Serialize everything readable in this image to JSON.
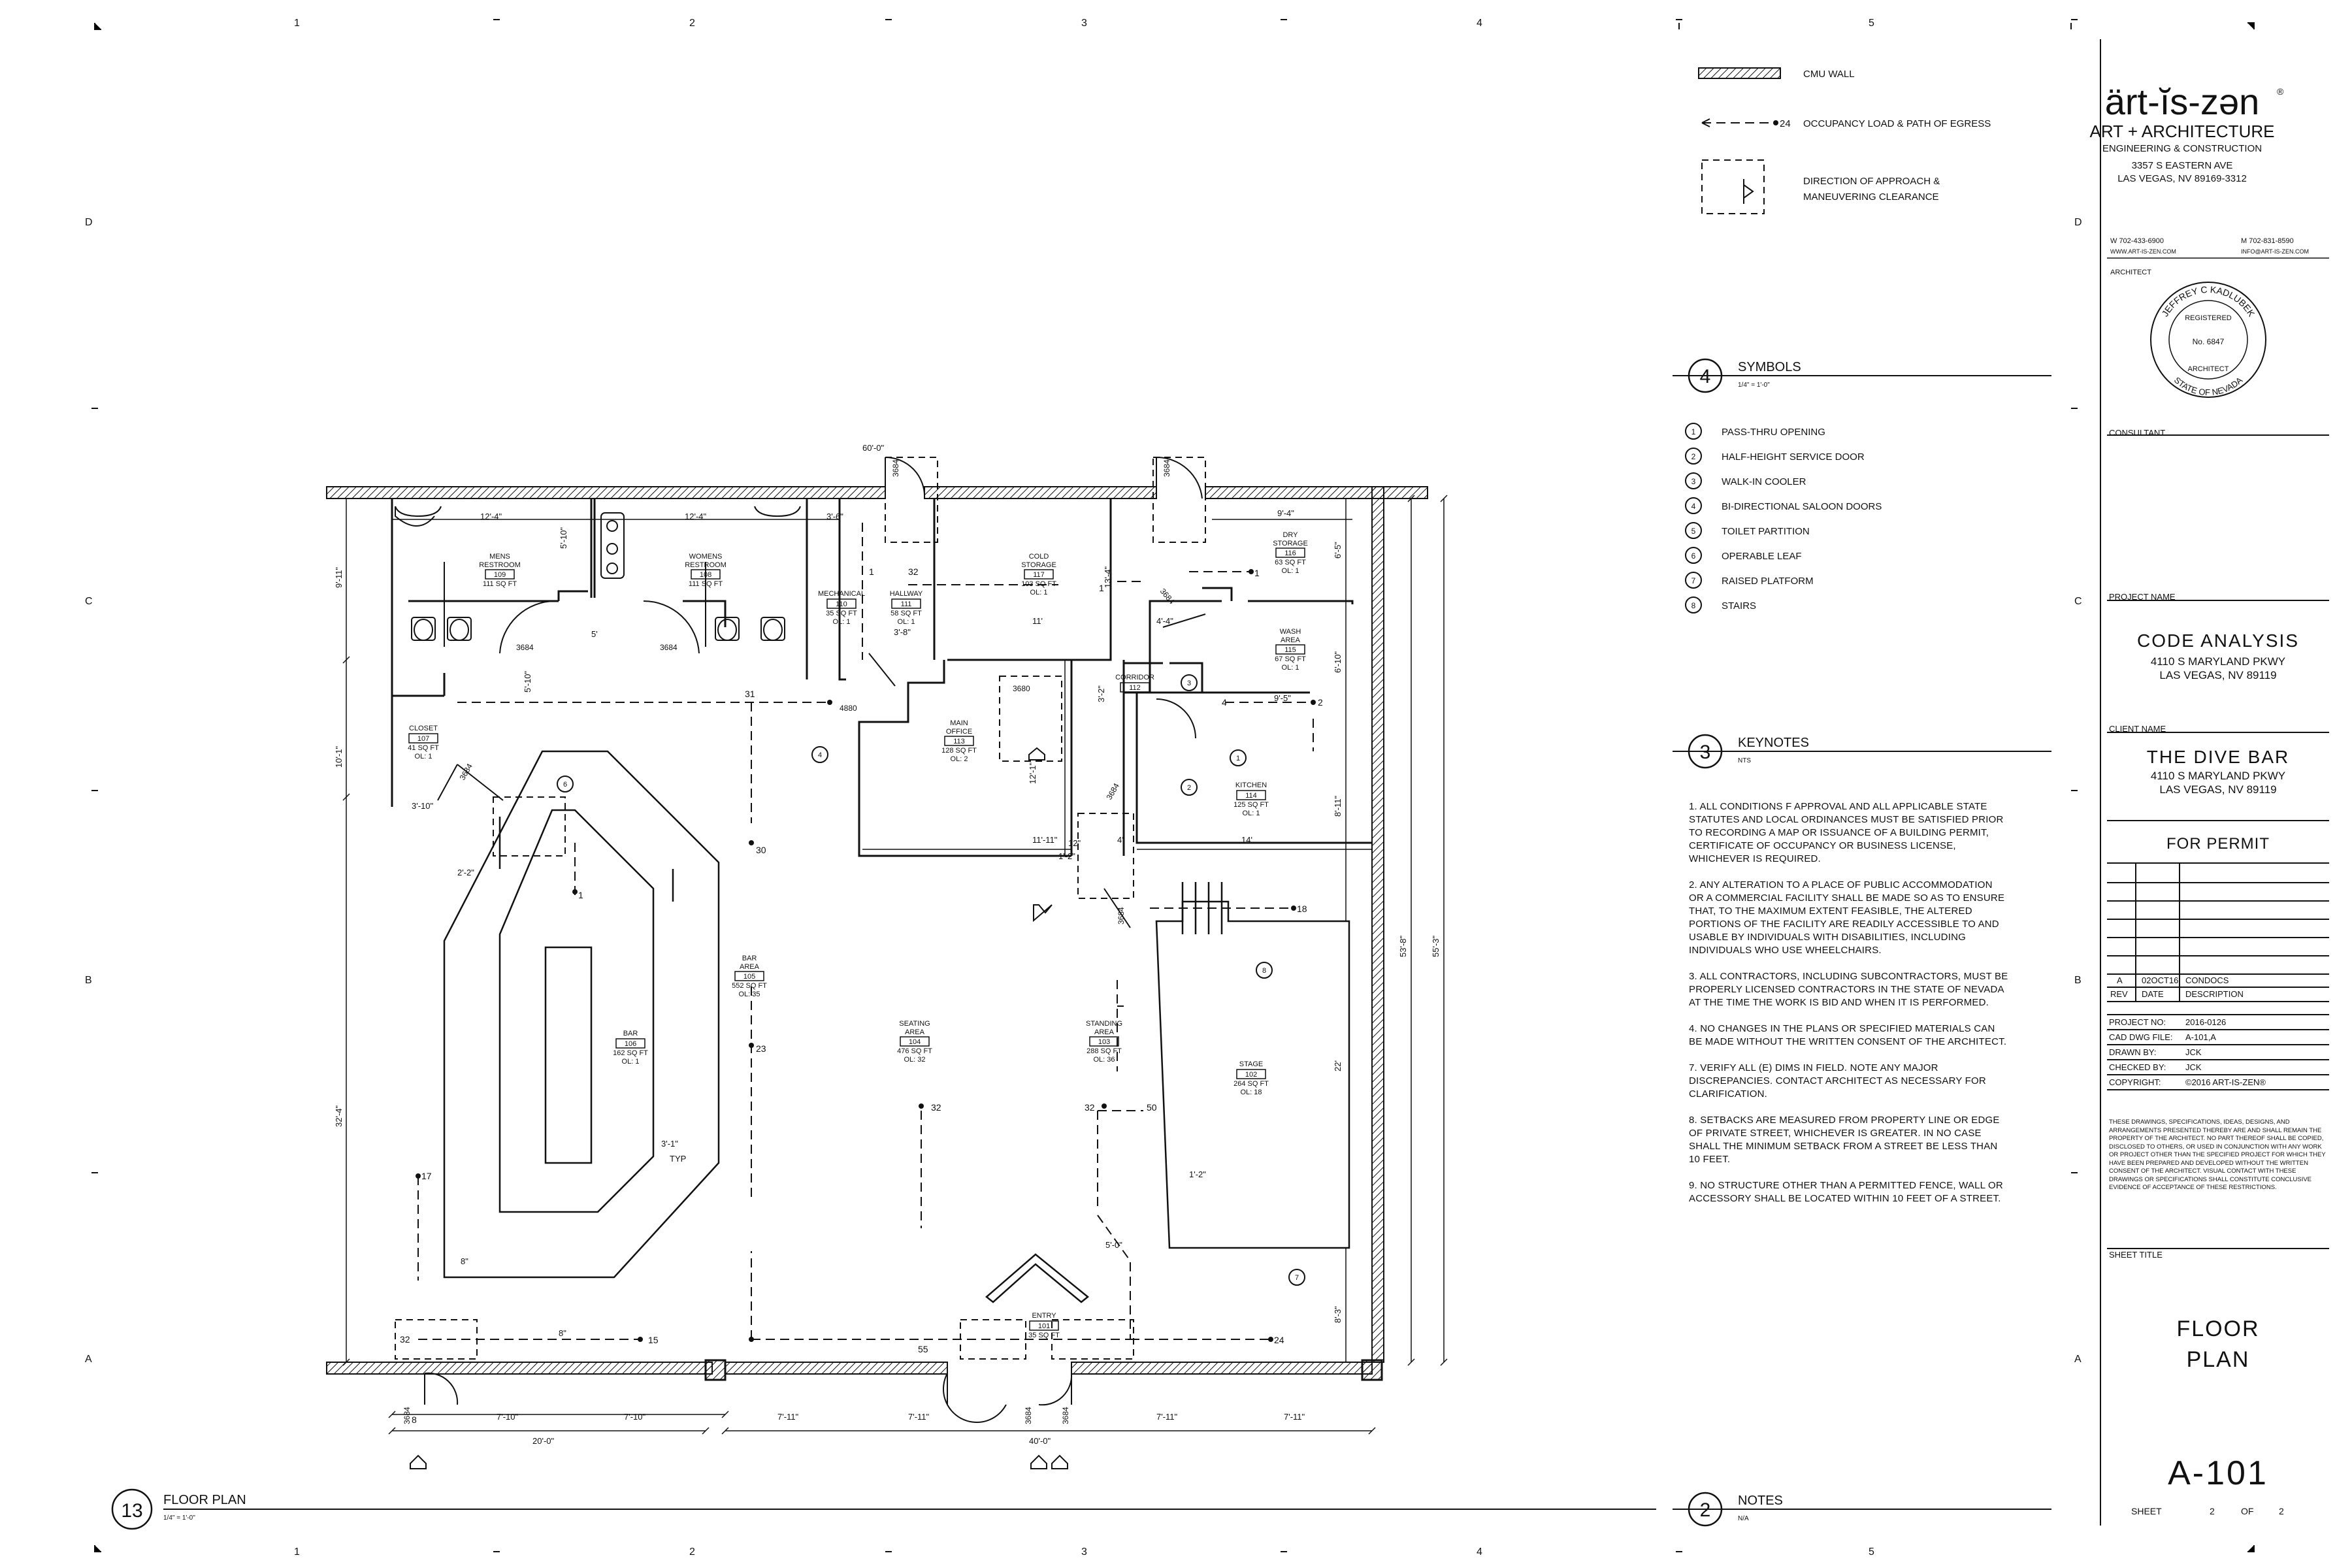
{
  "grid": {
    "columns": [
      "1",
      "2",
      "3",
      "4",
      "5"
    ],
    "rows": [
      "D",
      "C",
      "B",
      "A"
    ]
  },
  "legend": {
    "cmu_wall": "CMU WALL",
    "egress_number": "24",
    "egress": "OCCUPANCY LOAD & PATH OF EGRESS",
    "approach_1": "DIRECTION OF APPROACH &",
    "approach_2": "MANEUVERING CLEARANCE"
  },
  "symbols": {
    "number": "4",
    "title": "SYMBOLS",
    "scale": "1/4\" = 1'-0\"",
    "items": [
      {
        "n": "1",
        "label": "PASS-THRU OPENING"
      },
      {
        "n": "2",
        "label": "HALF-HEIGHT SERVICE DOOR"
      },
      {
        "n": "3",
        "label": "WALK-IN COOLER"
      },
      {
        "n": "4",
        "label": "BI-DIRECTIONAL SALOON DOORS"
      },
      {
        "n": "5",
        "label": "TOILET PARTITION"
      },
      {
        "n": "6",
        "label": "OPERABLE LEAF"
      },
      {
        "n": "7",
        "label": "RAISED PLATFORM"
      },
      {
        "n": "8",
        "label": "STAIRS"
      }
    ]
  },
  "keynotes": {
    "number": "3",
    "title": "KEYNOTES",
    "scale": "NTS",
    "items": [
      "1.      ALL CONDITIONS F APPROVAL AND ALL APPLICABLE STATE STATUTES AND LOCAL ORDINANCES MUST BE SATISFIED PRIOR TO RECORDING A MAP OR ISSUANCE OF A BUILDING PERMIT, CERTIFICATE OF OCCUPANCY OR BUSINESS LICENSE, WHICHEVER IS REQUIRED.",
      "2.      ANY ALTERATION TO A PLACE OF PUBLIC ACCOMMODATION OR A COMMERCIAL FACILITY SHALL BE MADE SO AS TO ENSURE THAT, TO THE MAXIMUM EXTENT FEASIBLE, THE ALTERED PORTIONS OF THE FACILITY ARE READILY ACCESSIBLE TO AND USABLE BY INDIVIDUALS WITH DISABILITIES, INCLUDING INDIVIDUALS WHO USE WHEELCHAIRS.",
      "3.      ALL CONTRACTORS, INCLUDING SUBCONTRACTORS, MUST BE PROPERLY LICENSED CONTRACTORS IN THE STATE OF NEVADA AT THE TIME THE WORK IS BID AND WHEN IT IS PERFORMED.",
      "4.      NO CHANGES IN THE PLANS OR SPECIFIED MATERIALS CAN BE MADE WITHOUT THE WRITTEN CONSENT OF THE ARCHITECT.",
      "7.      VERIFY ALL (E) DIMS IN FIELD. NOTE ANY MAJOR DISCREPANCIES. CONTACT ARCHITECT AS NECESSARY FOR CLARIFICATION.",
      "8.      SETBACKS ARE MEASURED FROM PROPERTY LINE OR EDGE OF PRIVATE STREET, WHICHEVER IS GREATER. IN NO CASE SHALL THE MINIMUM SETBACK FROM A STREET BE LESS THAN 10 FEET.",
      "9.      NO STRUCTURE OTHER THAN A PERMITTED FENCE, WALL OR ACCESSORY SHALL BE LOCATED WITHIN 10 FEET OF A STREET."
    ]
  },
  "notes": {
    "number": "2",
    "title": "NOTES",
    "scale": "N/A"
  },
  "floor_plan_label": {
    "number": "13",
    "title": "FLOOR PLAN",
    "scale": "1/4\" = 1'-0\""
  },
  "rooms": [
    {
      "name1": "MENS",
      "name2": "RESTROOM",
      "num": "109",
      "area": "111 SQ FT",
      "ol": ""
    },
    {
      "name1": "WOMENS",
      "name2": "RESTROOM",
      "num": "108",
      "area": "111 SQ FT",
      "ol": ""
    },
    {
      "name1": "",
      "name2": "MECHANICAL",
      "num": "110",
      "area": "35 SQ FT",
      "ol": "OL: 1"
    },
    {
      "name1": "",
      "name2": "HALLWAY",
      "num": "111",
      "area": "58 SQ FT",
      "ol": "OL: 1"
    },
    {
      "name1": "COLD",
      "name2": "STORAGE",
      "num": "117",
      "area": "103 SQ FT",
      "ol": "OL: 1"
    },
    {
      "name1": "DRY",
      "name2": "STORAGE",
      "num": "116",
      "area": "63 SQ FT",
      "ol": "OL: 1"
    },
    {
      "name1": "WASH",
      "name2": "AREA",
      "num": "115",
      "area": "67 SQ FT",
      "ol": "OL: 1"
    },
    {
      "name1": "",
      "name2": "CORRIDOR",
      "num": "112",
      "area": "",
      "ol": ""
    },
    {
      "name1": "",
      "name2": "CLOSET",
      "num": "107",
      "area": "41 SQ FT",
      "ol": "OL: 1"
    },
    {
      "name1": "MAIN",
      "name2": "OFFICE",
      "num": "113",
      "area": "128 SQ FT",
      "ol": "OL: 2"
    },
    {
      "name1": "",
      "name2": "KITCHEN",
      "num": "114",
      "area": "125 SQ FT",
      "ol": "OL: 1"
    },
    {
      "name1": "BAR",
      "name2": "AREA",
      "num": "105",
      "area": "552 SQ FT",
      "ol": "OL: 35"
    },
    {
      "name1": "",
      "name2": "BAR",
      "num": "106",
      "area": "162 SQ FT",
      "ol": "OL: 1"
    },
    {
      "name1": "SEATING",
      "name2": "AREA",
      "num": "104",
      "area": "476 SQ FT",
      "ol": "OL: 32"
    },
    {
      "name1": "STANDING",
      "name2": "AREA",
      "num": "103",
      "area": "288 SQ FT",
      "ol": "OL: 36"
    },
    {
      "name1": "",
      "name2": "STAGE",
      "num": "102",
      "area": "264 SQ FT",
      "ol": "OL: 18"
    },
    {
      "name1": "",
      "name2": "ENTRY",
      "num": "101",
      "area": "35 SQ FT",
      "ol": ""
    }
  ],
  "dims": {
    "d_60": "60'-0\"",
    "d_12_4a": "12'-4\"",
    "d_12_4b": "12'-4\"",
    "d_3_6": "3'-6\"",
    "d_9_4": "9'-4\"",
    "d_5": "5'",
    "d_3_8": "3'-8\"",
    "d_11": "11'",
    "d_4_4": "4'-4\"",
    "d_9_5": "9'-5\"",
    "d_6_5": "6'-5\"",
    "d_6_10": "6'-10\"",
    "d_8_11": "8'-11\"",
    "d_22": "22'",
    "d_8_3": "8'-3\"",
    "d_53_8": "53'-8\"",
    "d_55_3": "55'-3\"",
    "d_9_11": "9'-11\"",
    "d_10_1": "10'-1\"",
    "d_32_4": "32'-4\"",
    "d_3_10": "3'-10\"",
    "d_2_2": "2'-2\"",
    "d_3_1": "3'-1\"",
    "typ": "TYP",
    "d_11_11": "11'-11\"",
    "d_14": "14'",
    "d_12_1": "12'-1\"",
    "d_13_4": "13'-4\"",
    "d_4": "4'",
    "d_12b": "12\"",
    "d_5_0": "5'-0\"",
    "d_1_2": "1'-2\"",
    "d_8a": "8\"",
    "d_8b": "8\"",
    "d_7_10a": "7'-10\"",
    "d_7_10b": "7'-10\"",
    "d_7_11a": "7'-11\"",
    "d_7_11b": "7'-11\"",
    "d_7_11c": "7'-11\"",
    "d_7_11d": "7'-11\"",
    "d_20": "20'-0\"",
    "d_40": "40'-0\"",
    "d_5_10": "5'-10\"",
    "d_3_2": "3'-2\""
  },
  "doors": {
    "door_3684": "3684",
    "door_3680": "3680",
    "door_4880": "4880"
  },
  "egress_numbers": {
    "e31": "31",
    "e30": "30",
    "e23": "23",
    "e32a": "32",
    "e32b": "32",
    "e32c": "32",
    "e32d": "32",
    "e50": "50",
    "e18": "18",
    "e17": "17",
    "e15": "15",
    "e55": "55",
    "e24": "24",
    "e1a": "1",
    "e1b": "1",
    "e1c": "1",
    "e1d": "1",
    "e2": "2",
    "e4": "4",
    "e8": "8"
  },
  "callout_numbers": {
    "c1": "1",
    "c2": "2",
    "c3": "3",
    "c4": "4",
    "c6": "6",
    "c7": "7",
    "c8": "8"
  },
  "firm": {
    "logo": "ärt-ĭs-zən",
    "reg": "®",
    "line1": "ART + ARCHITECTURE",
    "line2": "ENGINEERING & CONSTRUCTION",
    "addr1": "3357 S EASTERN AVE",
    "addr2": "LAS VEGAS, NV 89169-3312",
    "phone_w": "W 702-433-6900",
    "phone_m": "M 702-831-8590",
    "web": "WWW.ART-IS-ZEN.COM",
    "email": "INFO@ART-IS-ZEN.COM",
    "architect_label": "ARCHITECT"
  },
  "seal": {
    "top": "JEFFREY C KADLUBEK",
    "reg": "REGISTERED",
    "no": "No. 6847",
    "role": "ARCHITECT",
    "state": "STATE OF NEVADA"
  },
  "title_block": {
    "consultant": "CONSULTANT",
    "project_name_label": "PROJECT NAME",
    "project_name": "CODE ANALYSIS",
    "project_addr1": "4110 S MARYLAND PKWY",
    "project_addr2": "LAS VEGAS, NV 89119",
    "client_label": "CLIENT NAME",
    "client_name": "THE DIVE BAR",
    "client_addr1": "4110 S MARYLAND PKWY",
    "client_addr2": "LAS VEGAS, NV 89119",
    "status": "FOR PERMIT",
    "rev": {
      "mark": "A",
      "date": "02OCT16",
      "desc": "CONDOCS"
    },
    "rev_headers": [
      "REV",
      "DATE",
      "DESCRIPTION"
    ],
    "info": [
      {
        "k": "PROJECT NO:",
        "v": "2016-0126"
      },
      {
        "k": "CAD DWG FILE:",
        "v": "A-101,A"
      },
      {
        "k": "DRAWN BY:",
        "v": "JCK"
      },
      {
        "k": "CHECKED BY:",
        "v": "JCK"
      },
      {
        "k": "COPYRIGHT:",
        "v": "©2016 ART-IS-ZEN®"
      }
    ],
    "disclaimer": "THESE DRAWINGS, SPECIFICATIONS, IDEAS, DESIGNS, AND ARRANGEMENTS PRESENTED THEREBY ARE AND SHALL REMAIN THE PROPERTY OF THE ARCHITECT. NO PART THEREOF SHALL BE COPIED, DISCLOSED TO OTHERS, OR USED IN CONJUNCTION WITH ANY WORK OR PROJECT OTHER THAN THE SPECIFIED PROJECT FOR WHICH THEY HAVE BEEN PREPARED AND DEVELOPED WITHOUT THE WRITTEN CONSENT OF THE ARCHITECT. VISUAL CONTACT WITH THESE DRAWINGS OR SPECIFICATIONS SHALL CONSTITUTE CONCLUSIVE EVIDENCE OF ACCEPTANCE OF THESE RESTRICTIONS.",
    "sheet_title_label": "SHEET TITLE",
    "sheet_title_1": "FLOOR",
    "sheet_title_2": "PLAN",
    "sheet_number": "A-101",
    "sheet_word": "SHEET",
    "sheet_of_num": "2",
    "sheet_of_word": "OF",
    "sheet_total": "2"
  }
}
